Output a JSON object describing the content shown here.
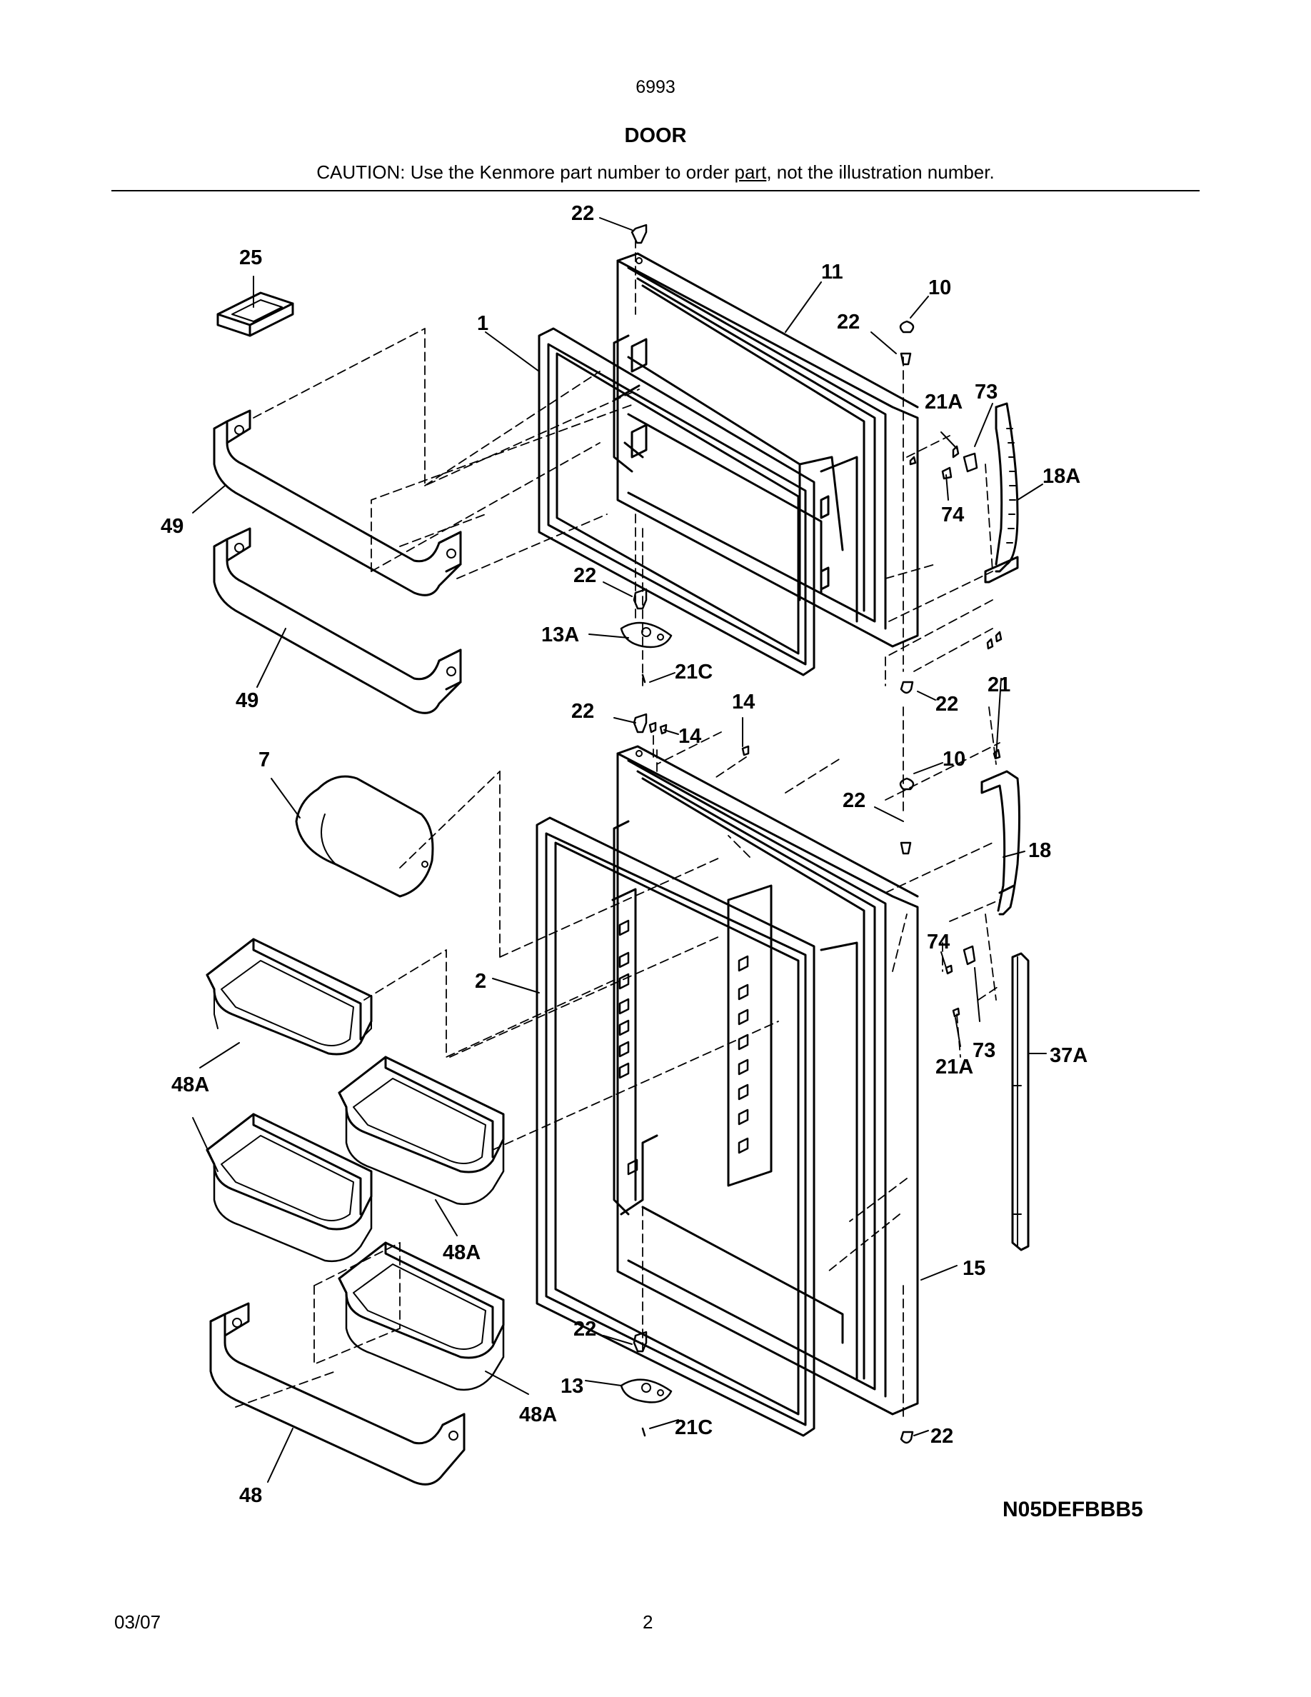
{
  "header": {
    "model": "6993",
    "title": "DOOR",
    "caution_pre": "CAUTION: Use the Kenmore part number to order ",
    "caution_underlined": "part",
    "caution_post": ", not the illustration number."
  },
  "diagram": {
    "code": "N05DEFBBB5",
    "labels": {
      "l22a": "22",
      "l25": "25",
      "l11": "11",
      "l10a": "10",
      "l1": "1",
      "l22b": "22",
      "l21Aa": "21A",
      "l73a": "73",
      "l18A": "18A",
      "l74a": "74",
      "l49a": "49",
      "l22c": "22",
      "l49b": "49",
      "l13A": "13A",
      "l21Ca": "21C",
      "l21": "21",
      "l22d": "22",
      "l22e": "22",
      "l14a": "14",
      "l14b": "14",
      "l10b": "10",
      "l7": "7",
      "l22f": "22",
      "l18": "18",
      "l74b": "74",
      "l2": "2",
      "l73b": "73",
      "l21Ab": "21A",
      "l37A": "37A",
      "l48Aa": "48A",
      "l48Ab": "48A",
      "l15": "15",
      "l22g": "22",
      "l13": "13",
      "l48Ac": "48A",
      "l21Cb": "21C",
      "l22h": "22",
      "l48": "48"
    }
  },
  "footer": {
    "date": "03/07",
    "page": "2"
  }
}
